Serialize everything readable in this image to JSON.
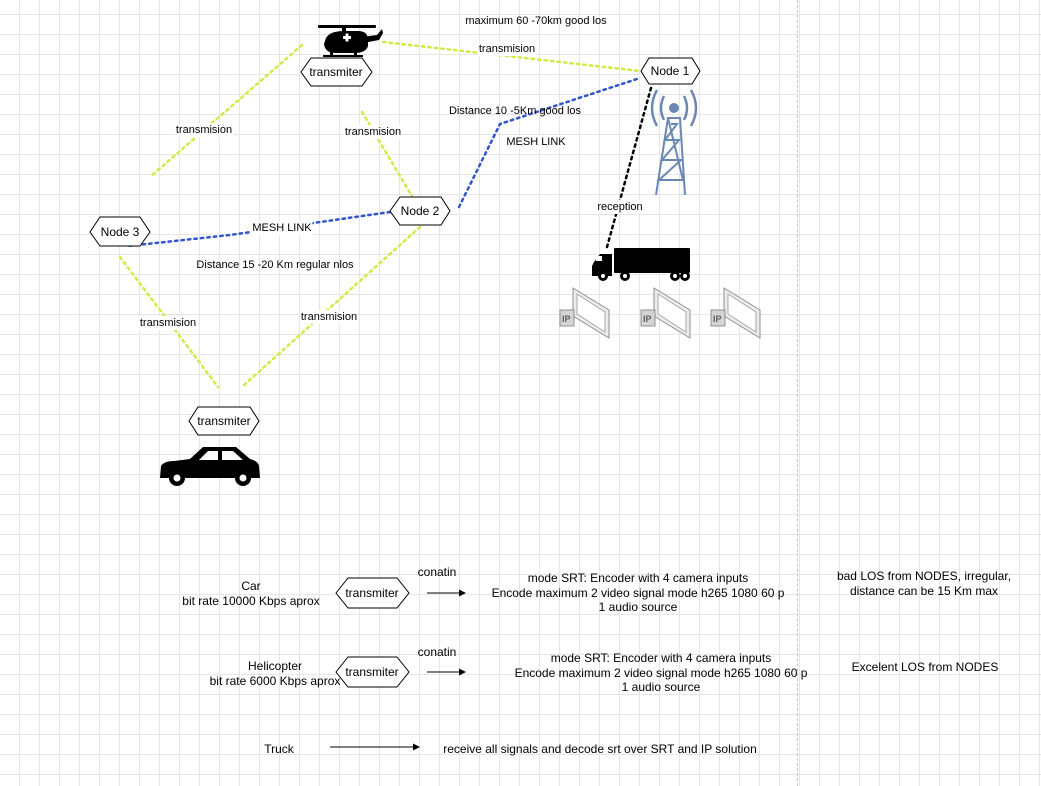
{
  "nodes": {
    "node1": "Node 1",
    "node2": "Node 2",
    "node3": "Node 3",
    "heli_transmitter": "transmiter",
    "car_transmitter": "transmiter"
  },
  "links": {
    "heli_node1_range": "maximum 60 -70km good los",
    "heli_node1": "transmision",
    "heli_node3": "transmision",
    "heli_node2": "transmision",
    "node1_node2_distance": "Distance 10 -5Km good los",
    "node1_node2_mesh": "MESH LINK",
    "node2_node3_mesh": "MESH LINK",
    "node2_node3_distance": "Distance 15 -20 Km regular nlos",
    "node3_car": "transmision",
    "node2_car": "transmision",
    "node1_truck": "reception"
  },
  "icons": {
    "helicopter": "helicopter-icon",
    "tower": "antenna-tower-icon",
    "truck": "truck-icon",
    "car": "car-icon",
    "ip_camera": "ip-camera-icon",
    "ip_label": "IP"
  },
  "legend": {
    "car": {
      "title": "Car\nbit rate 10000 Kbps aprox",
      "transmitter": "transmiter",
      "arrow_label": "conatin",
      "description": "mode SRT: Encoder with 4 camera inputs\nEncode maximum 2 video signal mode h265 1080 60 p\n1 audio source",
      "note": "bad LOS from NODES, irregular,\ndistance can be 15 Km max"
    },
    "helicopter": {
      "title": "Helicopter\nbit rate 6000 Kbps aprox",
      "transmitter": "transmiter",
      "arrow_label": "conatin",
      "description": "mode SRT: Encoder with 4 camera inputs\nEncode maximum 2 video signal mode h265 1080 60 p\n1 audio source",
      "note": "Excelent LOS from NODES"
    },
    "truck": {
      "title": "Truck",
      "description": "receive all signals and decode srt over SRT and IP solution"
    }
  },
  "colors": {
    "transmission_line": "#ccee44",
    "mesh_line": "#3355cc",
    "reception_line": "#000000",
    "grid": "#e6e6e6",
    "ip_camera": "#b8b8b8"
  }
}
